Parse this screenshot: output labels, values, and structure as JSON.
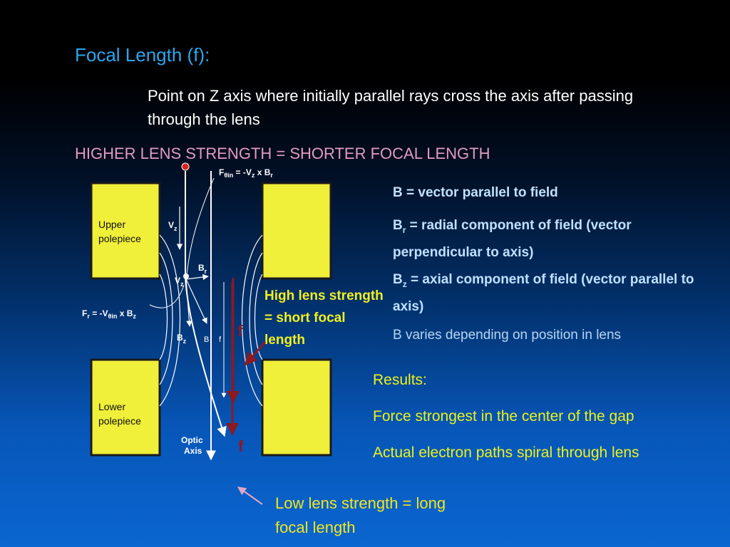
{
  "title": "Focal Length (f):",
  "definition": "Point on Z axis where initially parallel rays cross the axis after passing through the lens",
  "strength_rule": "HIGHER LENS STRENGTH = SHORTER FOCAL LENGTH",
  "definitions": {
    "b": "B = vector parallel to field",
    "br_sym": "B",
    "br_sub": "r",
    "br_text": " = radial component of field (vector perpendicular to axis)",
    "bz_sym": "B",
    "bz_sub": "z",
    "bz_text": " = axial component of field (vector parallel to axis)",
    "varies": "B varies depending on position in lens"
  },
  "high_strength_note": "High lens strength = short focal length",
  "low_strength_note": "Low lens strength = long focal length",
  "results": {
    "heading": "Results:",
    "item1": "Force strongest in the center of the gap",
    "item2": "Actual electron paths spiral through lens"
  },
  "diagram": {
    "upper_label_1": "Upper",
    "upper_label_2": "polepiece",
    "lower_label_1": "Lower",
    "lower_label_2": "polepiece",
    "optic_1": "Optic",
    "optic_2": "Axis",
    "f_theta_base": "F",
    "f_theta_sub": "θin",
    "f_theta_rest": " = -V",
    "f_theta_sub2": "z",
    "f_theta_rest2": " x B",
    "f_theta_sub3": "r",
    "fr_base": "F",
    "fr_sub": "r",
    "fr_rest": " = -V",
    "fr_sub2": "θin",
    "fr_rest2": " x B",
    "fr_sub3": "z",
    "vz_top": "V",
    "vz_top_sub": "z",
    "vz_mid": "V",
    "vz_mid_sub": "z",
    "br": "B",
    "br_sub": "r",
    "bz": "B",
    "bz_sub": "z",
    "b": "B",
    "f_small": "f",
    "f_high": "f",
    "f_low": "f"
  },
  "colors": {
    "title": "#2aa7ee",
    "rule": "#e39bc3",
    "definitions": "#bfe1ff",
    "highlight": "#f1ef21",
    "polepiece": "#f0ef3a",
    "focal_arrow": "#8b1a22"
  }
}
